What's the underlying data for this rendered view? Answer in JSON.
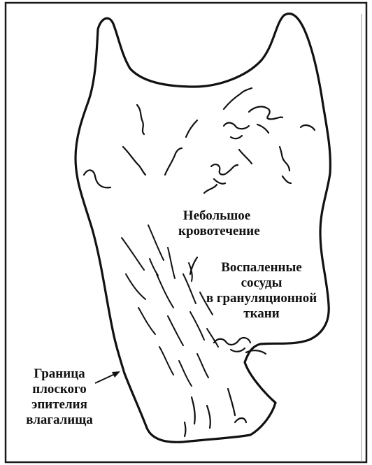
{
  "colors": {
    "ink": "#111111",
    "background": "#ffffff",
    "frame": "#1a1a1a"
  },
  "labels": {
    "small_bleeding": [
      "Небольшое",
      "кровотечение"
    ],
    "inflamed_vessels": [
      "Воспаленные",
      "сосуды",
      "в грануляционной",
      "ткани"
    ],
    "squamous_border": [
      "Граница",
      "плоского",
      "эпителия",
      "влагалища"
    ]
  },
  "icons": {
    "pointer": "arrow-icon"
  }
}
